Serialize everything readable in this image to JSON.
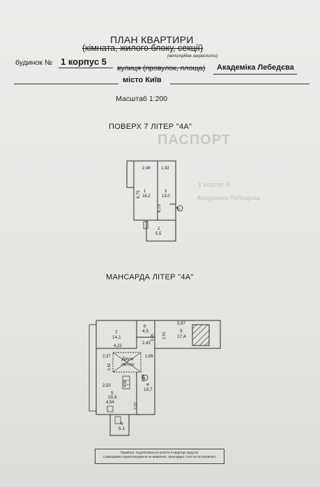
{
  "header": {
    "title": "ПЛАН КВАРТИРИ",
    "subtitle": "(кімната, жилого блоку, секції)",
    "subtitle_note": "(непотрібне закреслити)",
    "building_label": "будинок №",
    "building_value": "1 корпус 5",
    "street_label": "вулиця (провулок, площа)",
    "street_value": "Академіка Лебедєва",
    "city_value": "місто Київ",
    "scale": "Масштаб 1:200"
  },
  "floor7": {
    "title": "ПОВЕРХ 7 ЛІТЕР \"4А\"",
    "dims": {
      "w1": "2,46",
      "w2": "1,92",
      "h1": "6,75",
      "h2": "6,75"
    },
    "rooms": [
      {
        "num": "1",
        "area": "16,2"
      },
      {
        "num": "3",
        "area": "13,0"
      },
      {
        "num": "2",
        "area": "5,5"
      }
    ],
    "marker": "81"
  },
  "attic": {
    "title": "МАНСАРДА ЛІТЕР \"4А\"",
    "dims": {
      "d597": "5,97",
      "d335": "3,35",
      "d291": "2,91",
      "d422": "4,22",
      "d243": "2,43",
      "d237a": "2,37",
      "d186": "1,86",
      "d242": "2,42",
      "d333": "3,33",
      "d250": "2,50",
      "d430": "4,30",
      "d237b": "2,37",
      "d454": "4,54"
    },
    "rooms": [
      {
        "num": "7",
        "area": "14,1"
      },
      {
        "num": "8",
        "area": "4,5"
      },
      {
        "num": "9",
        "area": "17,4"
      },
      {
        "num": "4",
        "area": "13,7"
      },
      {
        "num": "5",
        "area": "20,8"
      },
      {
        "num": "6",
        "area": "5,1"
      }
    ],
    "second_light": "Друге світло",
    "marker": "81"
  },
  "stamp": {
    "line1": "Примітка. Оздоблювальні роботи в квартирі відсутні.",
    "line2": "Самоправно перепланування не виявлено. Мансардні стелі не встановлені."
  },
  "ghost_back": {
    "title": "ПАСПОРТ",
    "line1": "1 корпус 5",
    "line2": "Академіка Лебедєва"
  }
}
